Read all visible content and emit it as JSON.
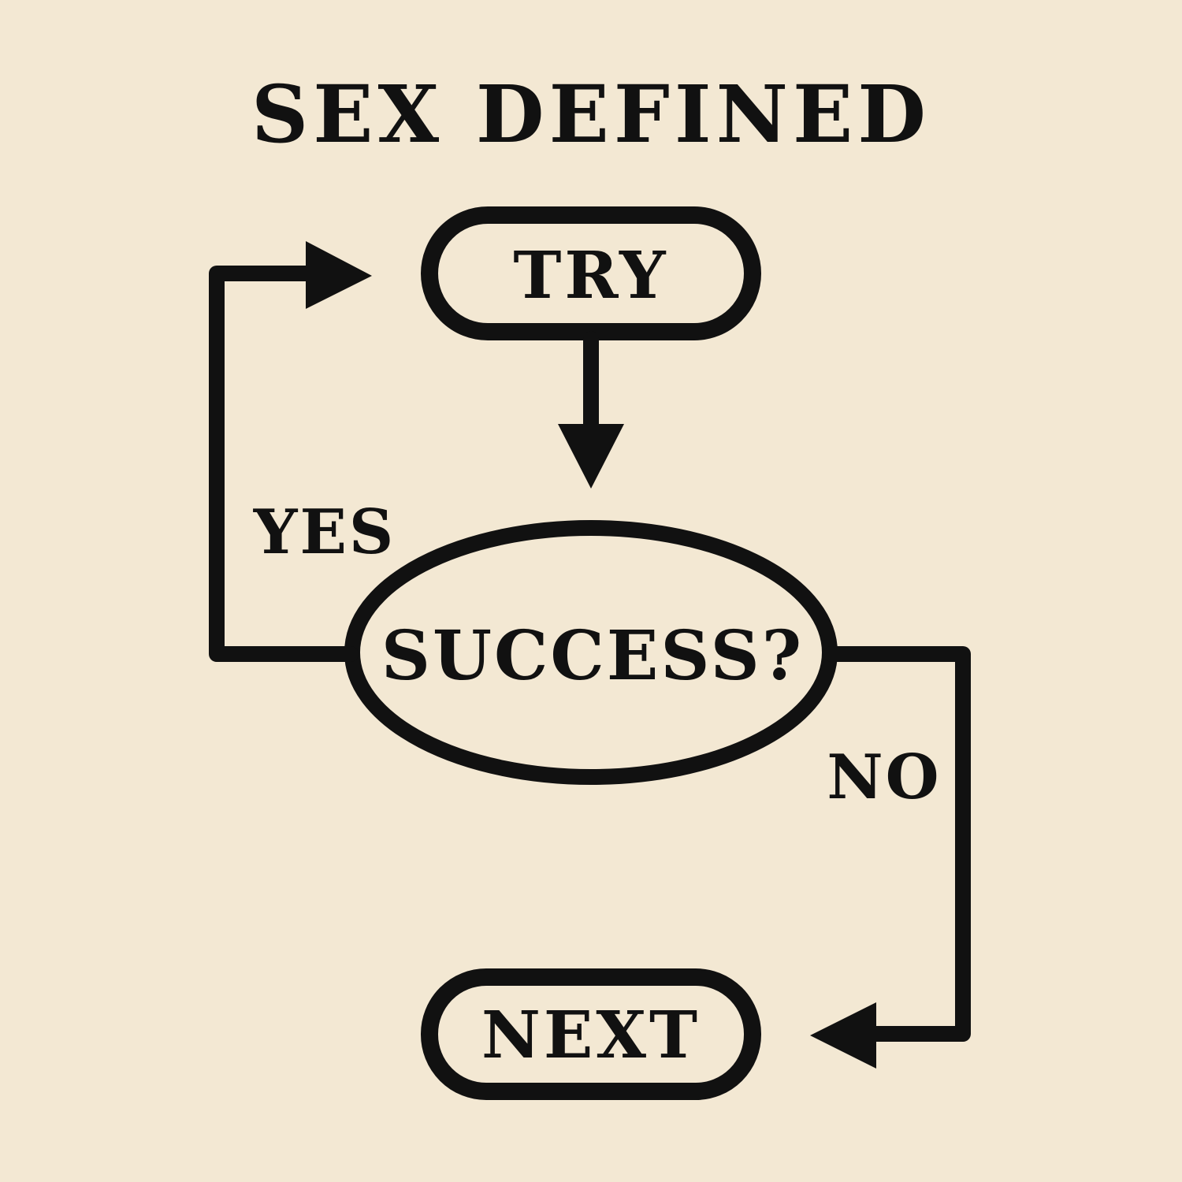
{
  "title": "SEX DEFINED",
  "nodes": {
    "try": "TRY",
    "success": "SUCCESS?",
    "next": "NEXT"
  },
  "edges": {
    "yes": "YES",
    "no": "NO"
  },
  "colors": {
    "background": "#f3e8d3",
    "ink": "#111111"
  }
}
